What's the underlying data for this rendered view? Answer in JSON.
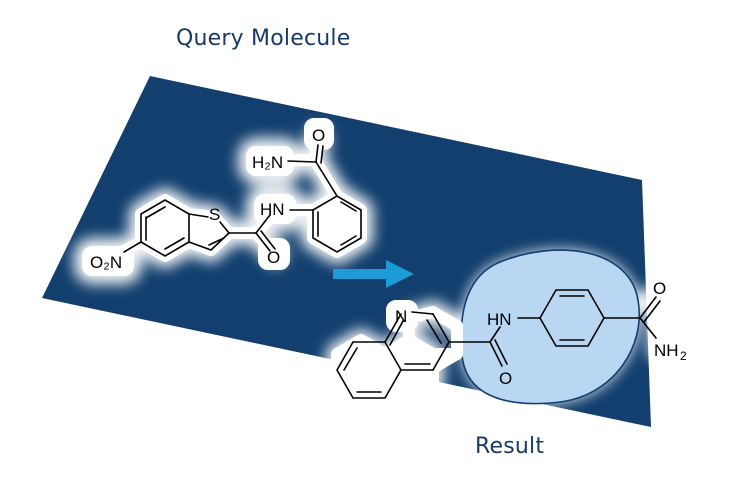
{
  "titles": {
    "query": "Query Molecule",
    "result": "Result"
  },
  "query_atoms": {
    "S": "S",
    "NH": "HN",
    "amide_O": "O",
    "amide_N": "H₂N",
    "carbonyl_O": "O",
    "nitro": "O₂N"
  },
  "result_atoms": {
    "N_ring": "N",
    "NH": "HN",
    "carbonyl_O": "O",
    "amide_O": "O",
    "amide_N": "NH",
    "amide_N_sub": "2"
  },
  "colors": {
    "panel": "#123f6e",
    "arrow": "#1e9ad6",
    "highlight_fill": "#b9d6f3",
    "highlight_stroke": "#123f6e",
    "title": "#173a66"
  },
  "icons": {
    "arrow": "right-arrow-icon"
  }
}
